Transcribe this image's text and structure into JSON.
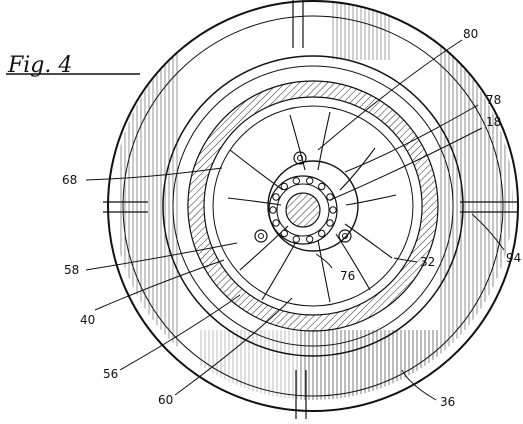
{
  "figure": {
    "title": "Fig. 4",
    "reference_numerals": [
      {
        "id": "80",
        "text": "80"
      },
      {
        "id": "78",
        "text": "78"
      },
      {
        "id": "18",
        "text": "18"
      },
      {
        "id": "68",
        "text": "68"
      },
      {
        "id": "94",
        "text": "94"
      },
      {
        "id": "58",
        "text": "58"
      },
      {
        "id": "76",
        "text": "76"
      },
      {
        "id": "32",
        "text": "32"
      },
      {
        "id": "40",
        "text": "40"
      },
      {
        "id": "56",
        "text": "56"
      },
      {
        "id": "60",
        "text": "60"
      },
      {
        "id": "36",
        "text": "36"
      }
    ]
  }
}
